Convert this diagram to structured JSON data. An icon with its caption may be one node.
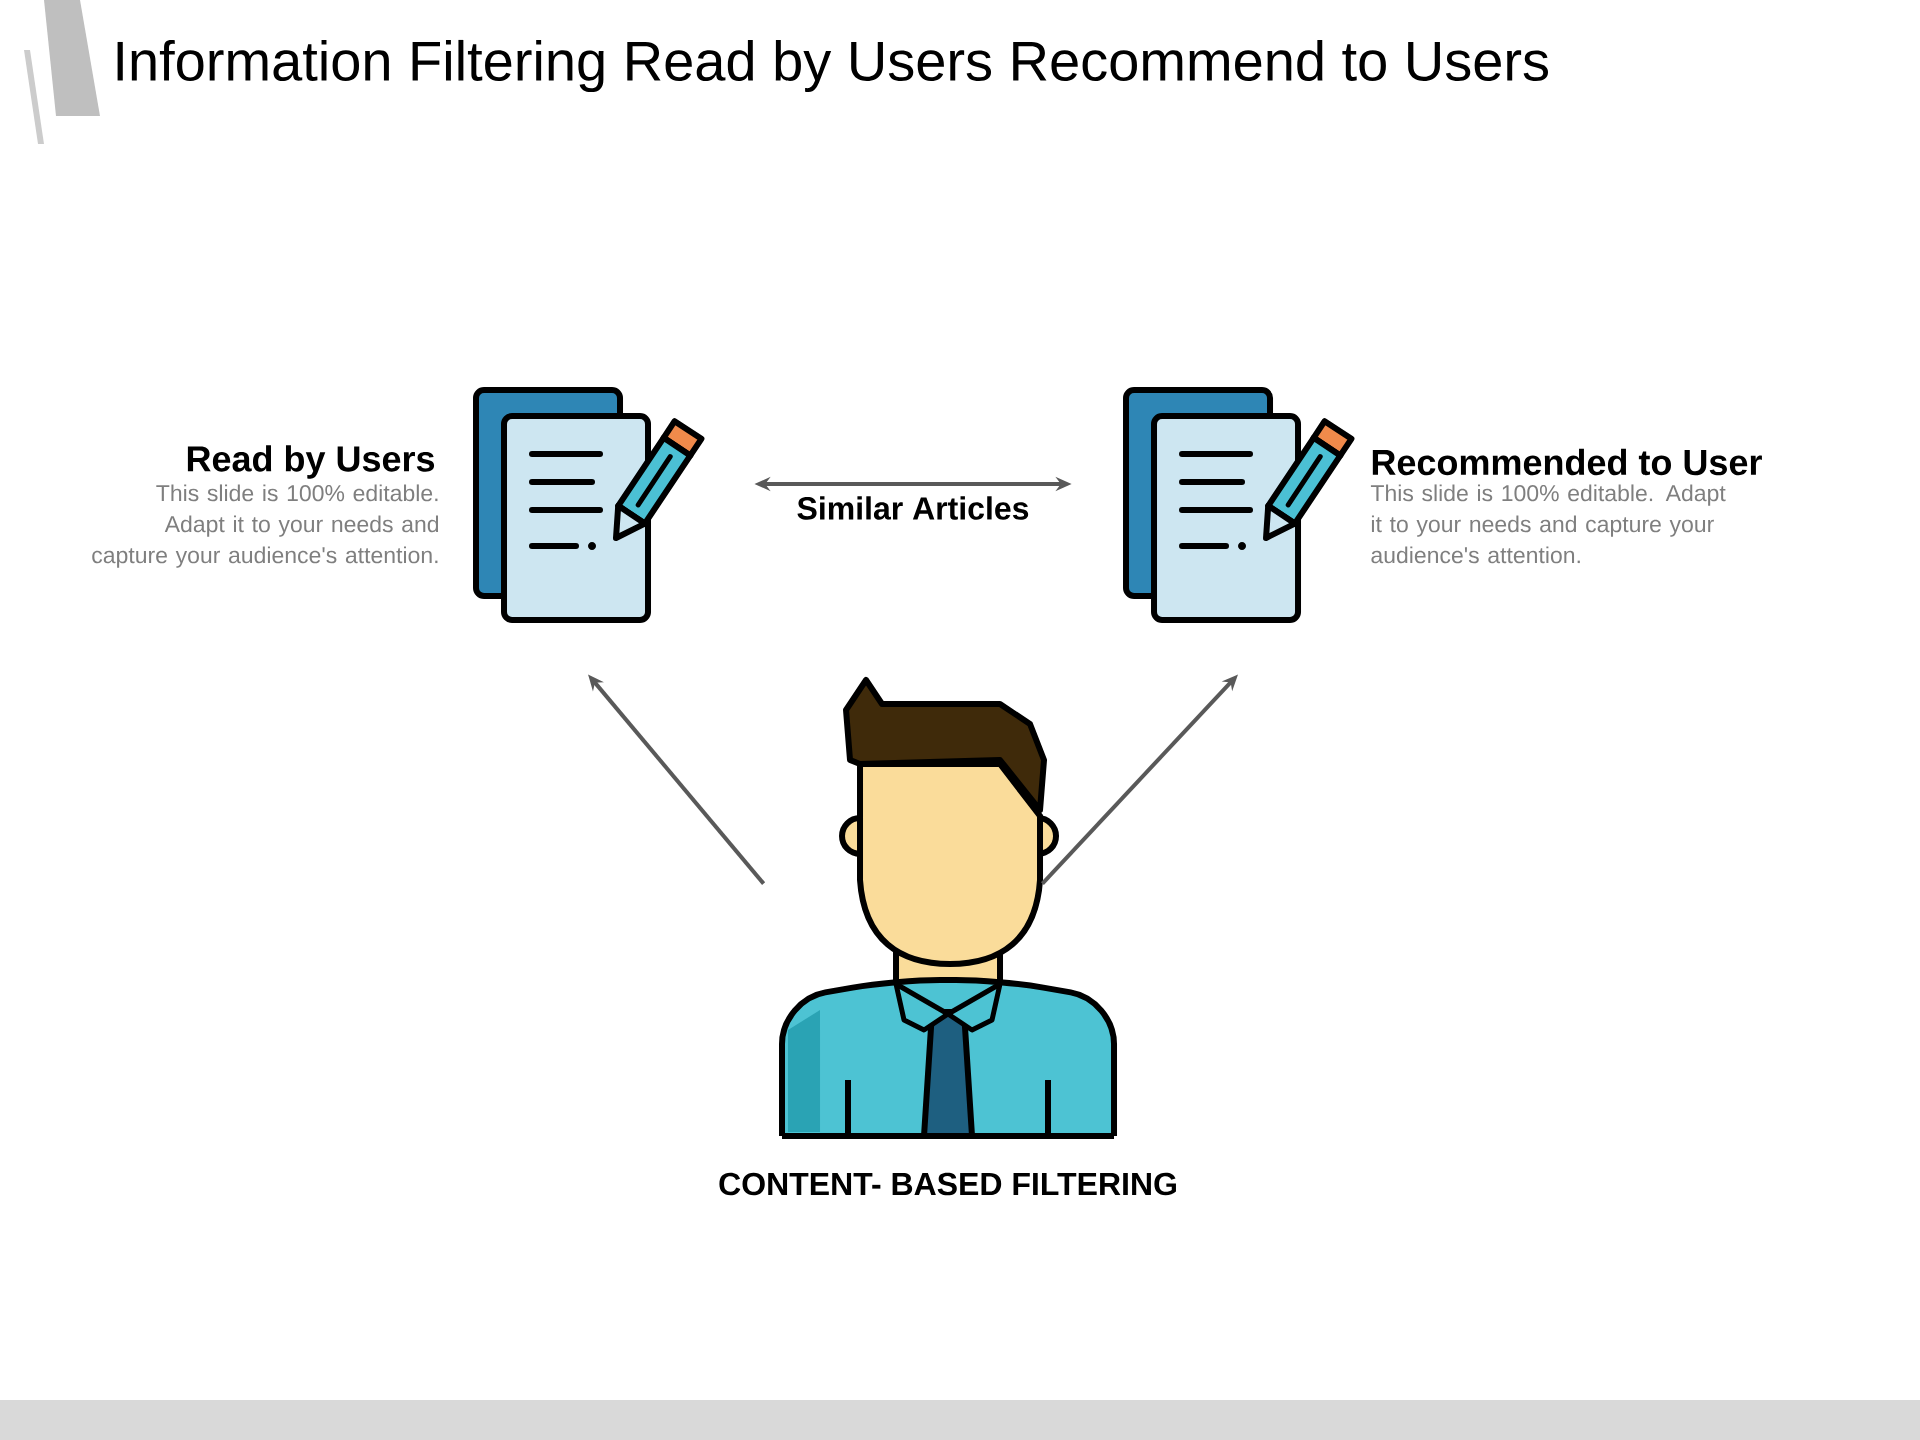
{
  "diagram": {
    "title": "Information Filtering Read by Users Recommend to Users",
    "nodes": [
      {
        "text": [],
        "shape": "picture",
        "beside": [
          "Read by Users",
          "This slide is 100% editable. Adapt it to your needs and capture your audience's attention."
        ]
      },
      {
        "text": [],
        "shape": "picture",
        "beside": [
          "Recommended to User",
          "This slide is 100% editable. Adapt it to your needs and capture your audience's attention."
        ]
      },
      {
        "text": [],
        "shape": "person",
        "beside": [
          "CONTENT- BASED FILTERING"
        ]
      }
    ],
    "edges": [
      {
        "from": 0,
        "to": 1,
        "arrow": "both",
        "label": "Similar Articles"
      },
      {
        "from": 2,
        "to": 0,
        "arrow": "to"
      },
      {
        "from": 2,
        "to": 1,
        "arrow": "to"
      }
    ]
  }
}
